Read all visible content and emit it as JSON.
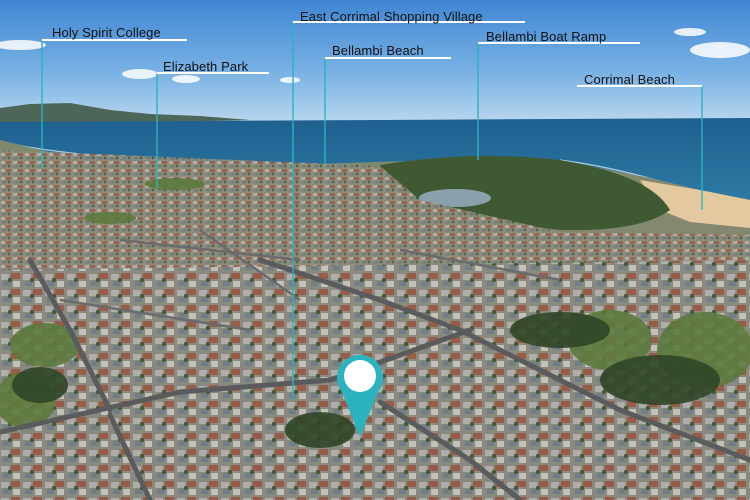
{
  "labels": [
    {
      "id": "holy-spirit-college",
      "text": "Holy Spirit College"
    },
    {
      "id": "elizabeth-park",
      "text": "Elizabeth Park"
    },
    {
      "id": "east-corrimal-shopping-village",
      "text": "East Corrimal Shopping Village"
    },
    {
      "id": "bellambi-beach",
      "text": "Bellambi Beach"
    },
    {
      "id": "bellambi-boat-ramp",
      "text": "Bellambi Boat Ramp"
    },
    {
      "id": "corrimal-beach",
      "text": "Corrimal Beach"
    }
  ],
  "colors": {
    "leader_line": "#2bb3c0",
    "pin": "#2bb3c0",
    "label_bar": "#ffffff"
  },
  "icons": {
    "property_pin": "map-pin-icon"
  }
}
